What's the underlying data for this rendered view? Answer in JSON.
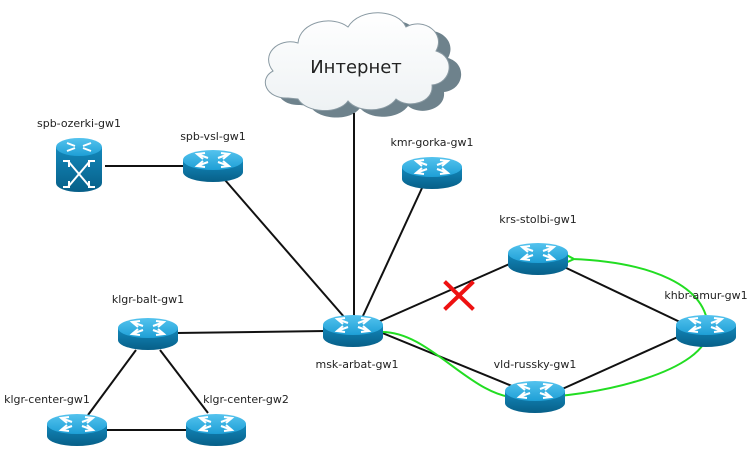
{
  "diagram": {
    "title": "Network topology",
    "cloud": {
      "id": "internet",
      "label": "Интернет"
    },
    "nodes": [
      {
        "id": "spb-ozerki-gw1",
        "label": "spb-ozerki-gw1",
        "type": "switch"
      },
      {
        "id": "spb-vsl-gw1",
        "label": "spb-vsl-gw1",
        "type": "router"
      },
      {
        "id": "kmr-gorka-gw1",
        "label": "kmr-gorka-gw1",
        "type": "router"
      },
      {
        "id": "krs-stolbi-gw1",
        "label": "krs-stolbi-gw1",
        "type": "router"
      },
      {
        "id": "khbr-amur-gw1",
        "label": "khbr-amur-gw1",
        "type": "router"
      },
      {
        "id": "msk-arbat-gw1",
        "label": "msk-arbat-gw1",
        "type": "router"
      },
      {
        "id": "vld-russky-gw1",
        "label": "vld-russky-gw1",
        "type": "router"
      },
      {
        "id": "klgr-balt-gw1",
        "label": "klgr-balt-gw1",
        "type": "router"
      },
      {
        "id": "klgr-center-gw1",
        "label": "klgr-center-gw1",
        "type": "router"
      },
      {
        "id": "klgr-center-gw2",
        "label": "klgr-center-gw2",
        "type": "router"
      }
    ],
    "links": [
      {
        "from": "spb-ozerki-gw1",
        "to": "spb-vsl-gw1"
      },
      {
        "from": "spb-vsl-gw1",
        "to": "msk-arbat-gw1"
      },
      {
        "from": "internet",
        "to": "msk-arbat-gw1"
      },
      {
        "from": "kmr-gorka-gw1",
        "to": "msk-arbat-gw1"
      },
      {
        "from": "msk-arbat-gw1",
        "to": "krs-stolbi-gw1",
        "status": "broken"
      },
      {
        "from": "krs-stolbi-gw1",
        "to": "khbr-amur-gw1"
      },
      {
        "from": "khbr-amur-gw1",
        "to": "vld-russky-gw1"
      },
      {
        "from": "msk-arbat-gw1",
        "to": "vld-russky-gw1"
      },
      {
        "from": "klgr-balt-gw1",
        "to": "msk-arbat-gw1"
      },
      {
        "from": "klgr-balt-gw1",
        "to": "klgr-center-gw1"
      },
      {
        "from": "klgr-balt-gw1",
        "to": "klgr-center-gw2"
      },
      {
        "from": "klgr-center-gw1",
        "to": "klgr-center-gw2"
      }
    ],
    "reroute_path": [
      "msk-arbat-gw1",
      "vld-russky-gw1",
      "khbr-amur-gw1",
      "krs-stolbi-gw1"
    ],
    "colors": {
      "router_top": "#29a8dc",
      "router_side": "#0a7fae",
      "reroute": "#22dd22",
      "broken_mark": "#ee1111",
      "cloud_shadow": "#6e828c"
    }
  }
}
